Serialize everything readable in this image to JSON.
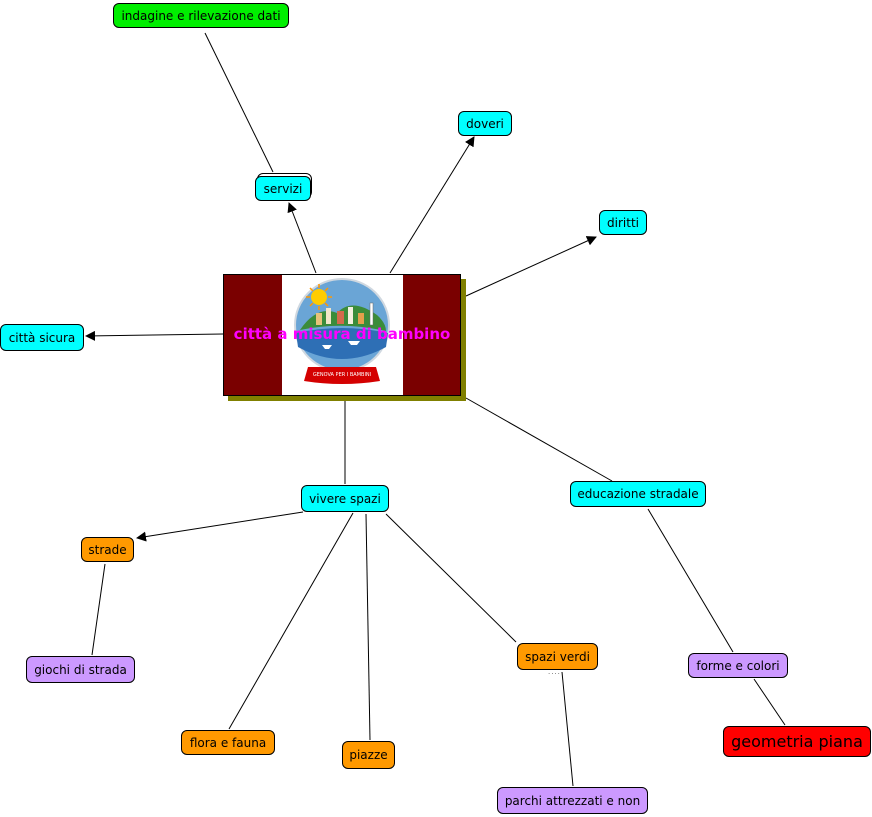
{
  "diagram": {
    "center": {
      "title": "città a misura di bambino",
      "image_caption": "GENOVA PER I BAMBINI",
      "colors": {
        "frame": "#7a0000",
        "shadow": "#808000",
        "title": "#ff00ff"
      }
    },
    "nodes": [
      {
        "id": "indagine",
        "label": "indagine e rilevazione dati",
        "color": "#00ee00"
      },
      {
        "id": "servizi",
        "label": "servizi",
        "color": "#00ffff"
      },
      {
        "id": "doveri",
        "label": "doveri",
        "color": "#00ffff"
      },
      {
        "id": "diritti",
        "label": "diritti",
        "color": "#00ffff"
      },
      {
        "id": "citta-sicura",
        "label": "città sicura",
        "color": "#00ffff"
      },
      {
        "id": "vivere-spazi",
        "label": "vivere spazi",
        "color": "#00ffff"
      },
      {
        "id": "educazione-stradale",
        "label": "educazione stradale",
        "color": "#00ffff"
      },
      {
        "id": "strade",
        "label": "strade",
        "color": "#ff9900"
      },
      {
        "id": "giochi-strada",
        "label": "giochi di strada",
        "color": "#cc99ff"
      },
      {
        "id": "flora-fauna",
        "label": "flora e fauna",
        "color": "#ff9900"
      },
      {
        "id": "piazze",
        "label": "piazze",
        "color": "#ff9900"
      },
      {
        "id": "spazi-verdi",
        "label": "spazi verdi",
        "color": "#ff9900"
      },
      {
        "id": "parchi",
        "label": "parchi attrezzati e non",
        "color": "#cc99ff"
      },
      {
        "id": "forme-colori",
        "label": "forme e colori",
        "color": "#cc99ff"
      },
      {
        "id": "geometria",
        "label": "geometria piana",
        "color": "#ff0000"
      }
    ],
    "links": [
      {
        "from": "center",
        "to": "servizi",
        "arrow": true
      },
      {
        "from": "servizi",
        "to": "indagine",
        "arrow": false
      },
      {
        "from": "center",
        "to": "doveri",
        "arrow": true
      },
      {
        "from": "center",
        "to": "diritti",
        "arrow": true
      },
      {
        "from": "center",
        "to": "citta-sicura",
        "arrow": true
      },
      {
        "from": "center",
        "to": "vivere-spazi",
        "arrow": false
      },
      {
        "from": "center",
        "to": "educazione-stradale",
        "arrow": false
      },
      {
        "from": "vivere-spazi",
        "to": "strade",
        "arrow": true
      },
      {
        "from": "strade",
        "to": "giochi-strada",
        "arrow": false
      },
      {
        "from": "vivere-spazi",
        "to": "flora-fauna",
        "arrow": false
      },
      {
        "from": "vivere-spazi",
        "to": "piazze",
        "arrow": false
      },
      {
        "from": "vivere-spazi",
        "to": "spazi-verdi",
        "arrow": false
      },
      {
        "from": "spazi-verdi",
        "to": "parchi",
        "arrow": false
      },
      {
        "from": "educazione-stradale",
        "to": "forme-colori",
        "arrow": false
      },
      {
        "from": "forme-colori",
        "to": "geometria",
        "arrow": false
      }
    ]
  }
}
